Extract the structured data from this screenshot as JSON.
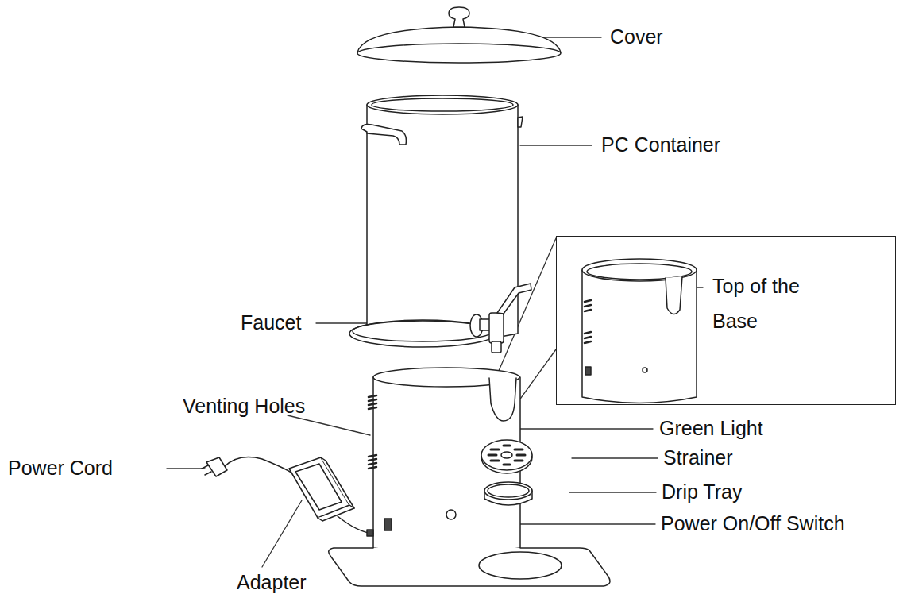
{
  "diagram": {
    "nodes": [
      {
        "text": [
          "Top of the Base"
        ]
      }
    ],
    "labels": [
      "Cover",
      "PC Container",
      "Faucet",
      "Venting Holes",
      "Green Light",
      "Strainer",
      "Power Cord",
      "Drip Tray",
      "Power On/Off Switch",
      "Adapter"
    ]
  }
}
